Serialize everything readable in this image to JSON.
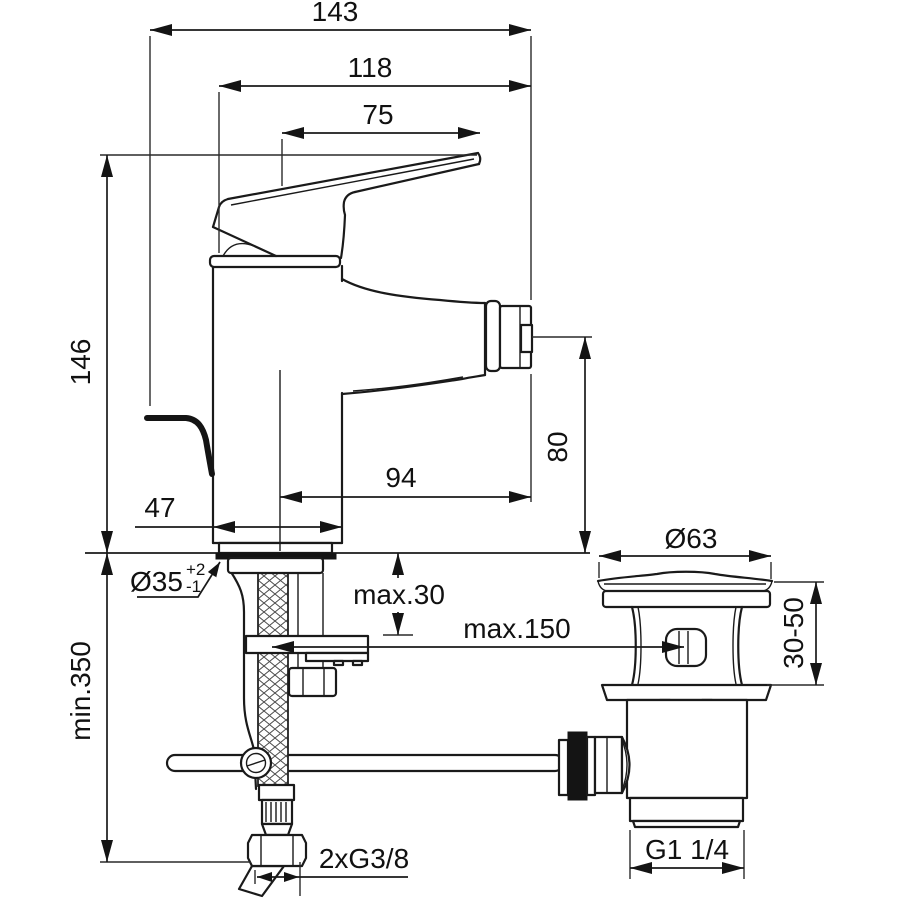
{
  "drawing": {
    "type": "faucet-installation-dimension-drawing",
    "dimensions": {
      "total_width": "143",
      "body_to_spout_width": "118",
      "handle_length": "75",
      "height_above_deck": "146",
      "spout_outlet_height": "80",
      "spout_reach": "94",
      "body_depth": "47",
      "hole_diameter": "Ø35",
      "hole_tol_plus": "+2",
      "hole_tol_minus": "-1",
      "deck_thickness": "max.30",
      "waste_distance": "max.150",
      "waste_cap_diameter": "Ø63",
      "waste_adjust_range": "30-50",
      "hose_clearance": "min.350",
      "waste_thread": "G1 1/4",
      "supply_thread": "2xG3/8"
    },
    "colors": {
      "line": "#1a1a1a",
      "background": "#ffffff"
    }
  }
}
